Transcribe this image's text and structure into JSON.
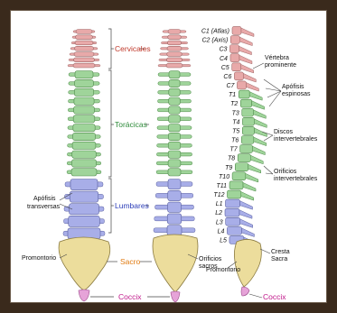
{
  "colors": {
    "frame": "#3a2a1c",
    "cervical": "#e8a9a9",
    "thoracic": "#9fd49a",
    "lumbar": "#a8aee8",
    "sacrum": "#ecdd9c",
    "coccyx": "#e6a3d8",
    "cervical_label": "#c0392b",
    "thoracic_label": "#2e8b3a",
    "lumbar_label": "#2b3db8",
    "sacrum_label": "#e07a10",
    "coccyx_label": "#c0188a"
  },
  "regions": {
    "cervical": "Cervicales",
    "thoracic": "Torácicas",
    "lumbar": "Lumbares",
    "sacrum": "Sacro",
    "coccyx": "Coccix"
  },
  "front_labels": {
    "transverse": [
      "Apófisis",
      "transversas"
    ],
    "promontory": "Promontorio"
  },
  "side_labels": {
    "sacral_foramina": [
      "Orificios",
      "sacros"
    ],
    "promontory": "Promontorio",
    "coccyx": "Coccix",
    "sacral_crest": [
      "Cresta",
      "Sacra"
    ],
    "vertebra_prominens": [
      "Vértebra",
      "prominente"
    ],
    "spinous": [
      "Apófisis",
      "espinosas"
    ],
    "discs": [
      "Discos",
      "intervertebrales"
    ],
    "intervertebral_foramina": [
      "Orificios",
      "intervertebrales"
    ]
  },
  "vertebrae": [
    "C1 (Atlas)",
    "C2 (Axis)",
    "C3",
    "C4",
    "C5",
    "C6",
    "C7",
    "T1",
    "T2",
    "T3",
    "T4",
    "T5",
    "T6",
    "T7",
    "T8",
    "T9",
    "T10",
    "T11",
    "T12",
    "L1",
    "L2",
    "L3",
    "L4",
    "L5"
  ]
}
